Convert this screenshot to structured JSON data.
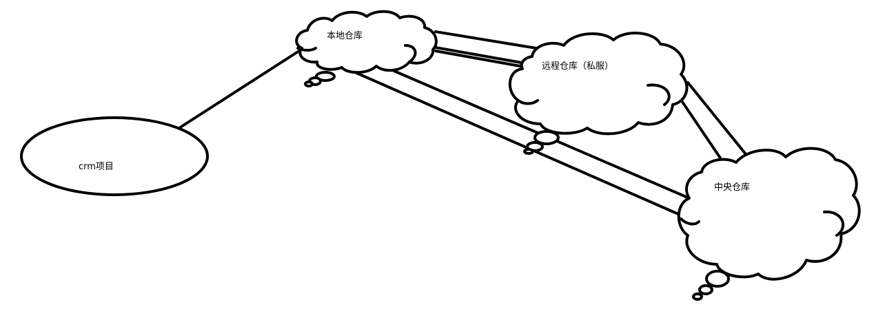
{
  "nodes": {
    "crm_project": {
      "label": "crm项目"
    },
    "local_repo": {
      "label": "本地仓库"
    },
    "remote_repo": {
      "label": "远程仓库（私服）"
    },
    "central_repo": {
      "label": "中央仓库"
    }
  }
}
